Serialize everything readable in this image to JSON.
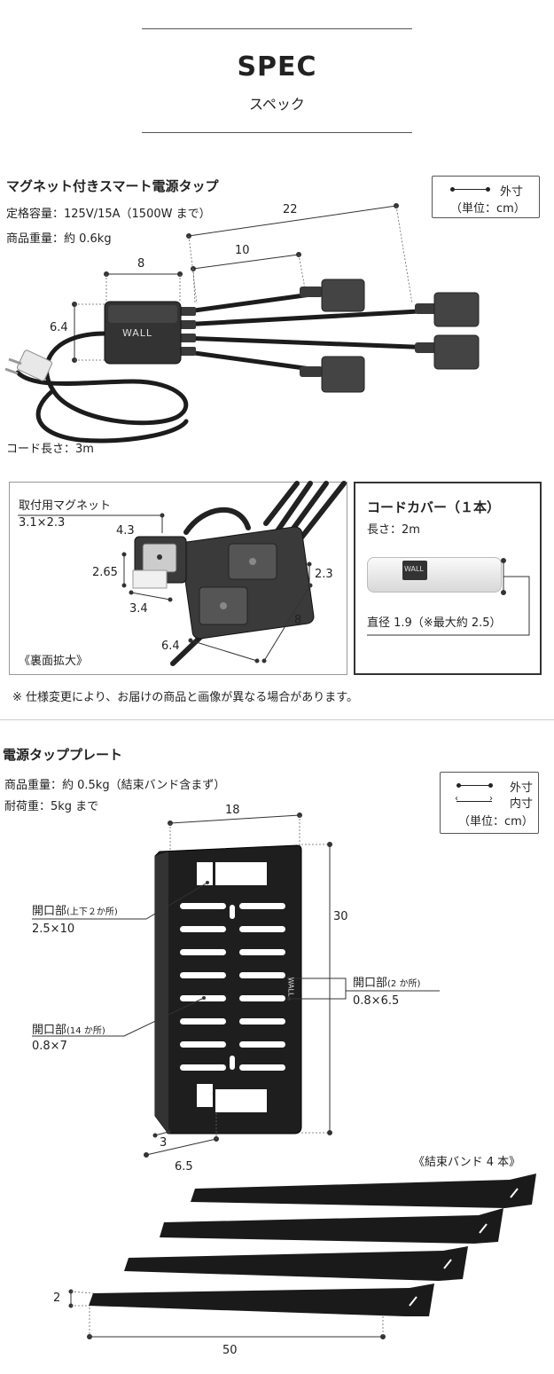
{
  "header": {
    "title": "SPEC",
    "subtitle": "スペック"
  },
  "section1": {
    "title": "マグネット付きスマート電源タップ",
    "rating": "定格容量：125V/15A（1500W まで）",
    "weight": "商品重量：約 0.6kg",
    "legend": {
      "outer": "外寸",
      "unit": "（単位：cm）"
    },
    "dims": {
      "d22": "22",
      "d10": "10",
      "d8": "8",
      "d64": "6.4"
    },
    "logo": "WALL",
    "cord_length": "コード長さ：3m"
  },
  "back_view": {
    "magnet_title": "取付用マグネット",
    "magnet_size": "3.1×2.3",
    "dims": {
      "d43": "4.3",
      "d265": "2.65",
      "d34": "3.4",
      "d23": "2.3",
      "d8": "8",
      "d64": "6.4"
    },
    "caption": "《裏面拡大》"
  },
  "cord_cover": {
    "title": "コードカバー（１本）",
    "length": "長さ：2m",
    "logo": "WALL",
    "diameter": "直径 1.9（※最大約 2.5）"
  },
  "note": "※ 仕様変更により、お届けの商品と画像が異なる場合があります。",
  "section2": {
    "title": "電源タッププレート",
    "weight": "商品重量：約 0.5kg（結束バンド含まず）",
    "load": "耐荷重：5kg まで",
    "legend": {
      "outer": "外寸",
      "inner": "内寸",
      "unit": "（単位：cm）"
    },
    "dims": {
      "d18": "18",
      "d30": "30",
      "d3": "3",
      "d65": "6.5"
    },
    "logo": "WALL",
    "opening_top_label": "開口部",
    "opening_top_note": "(上下２か所)",
    "opening_top_size": "2.5×10",
    "opening_side_label": "開口部",
    "opening_side_note": "(2 か所)",
    "opening_side_size": "0.8×6.5",
    "opening_slots_label": "開口部",
    "opening_slots_note": "(14 か所)",
    "opening_slots_size": "0.8×7"
  },
  "bands": {
    "caption": "《結束バンド 4 本》",
    "width_dim": "2",
    "length_dim": "50"
  }
}
